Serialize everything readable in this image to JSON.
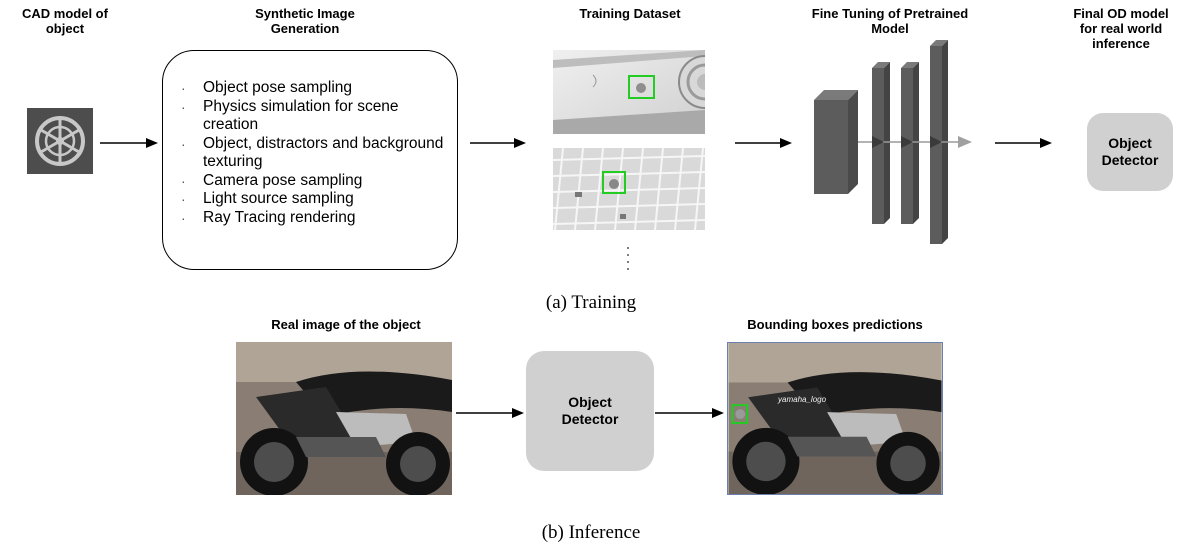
{
  "training": {
    "headers": {
      "cad": "CAD model of\nobject",
      "synthetic": "Synthetic Image\nGeneration",
      "dataset": "Training Dataset",
      "finetune": "Fine Tuning of Pretrained\nModel",
      "final": "Final OD model\nfor real world\ninference"
    },
    "steps": [
      "Object pose sampling",
      "Physics simulation for scene creation",
      "Object, distractors and background texturing",
      "Camera pose sampling",
      "Light source sampling",
      "Ray Tracing rendering"
    ],
    "detector_label": "Object\nDetector",
    "caption": "(a) Training"
  },
  "inference": {
    "real_image_title": "Real image of the object",
    "detector_label": "Object\nDetector",
    "predictions_title": "Bounding boxes predictions",
    "prediction_label": "yamaha_logo",
    "caption": "(b) Inference"
  },
  "colors": {
    "bbox": "#22cc22",
    "detector_fill": "#d0d0d0",
    "network_dark": "#5a5a5a"
  }
}
